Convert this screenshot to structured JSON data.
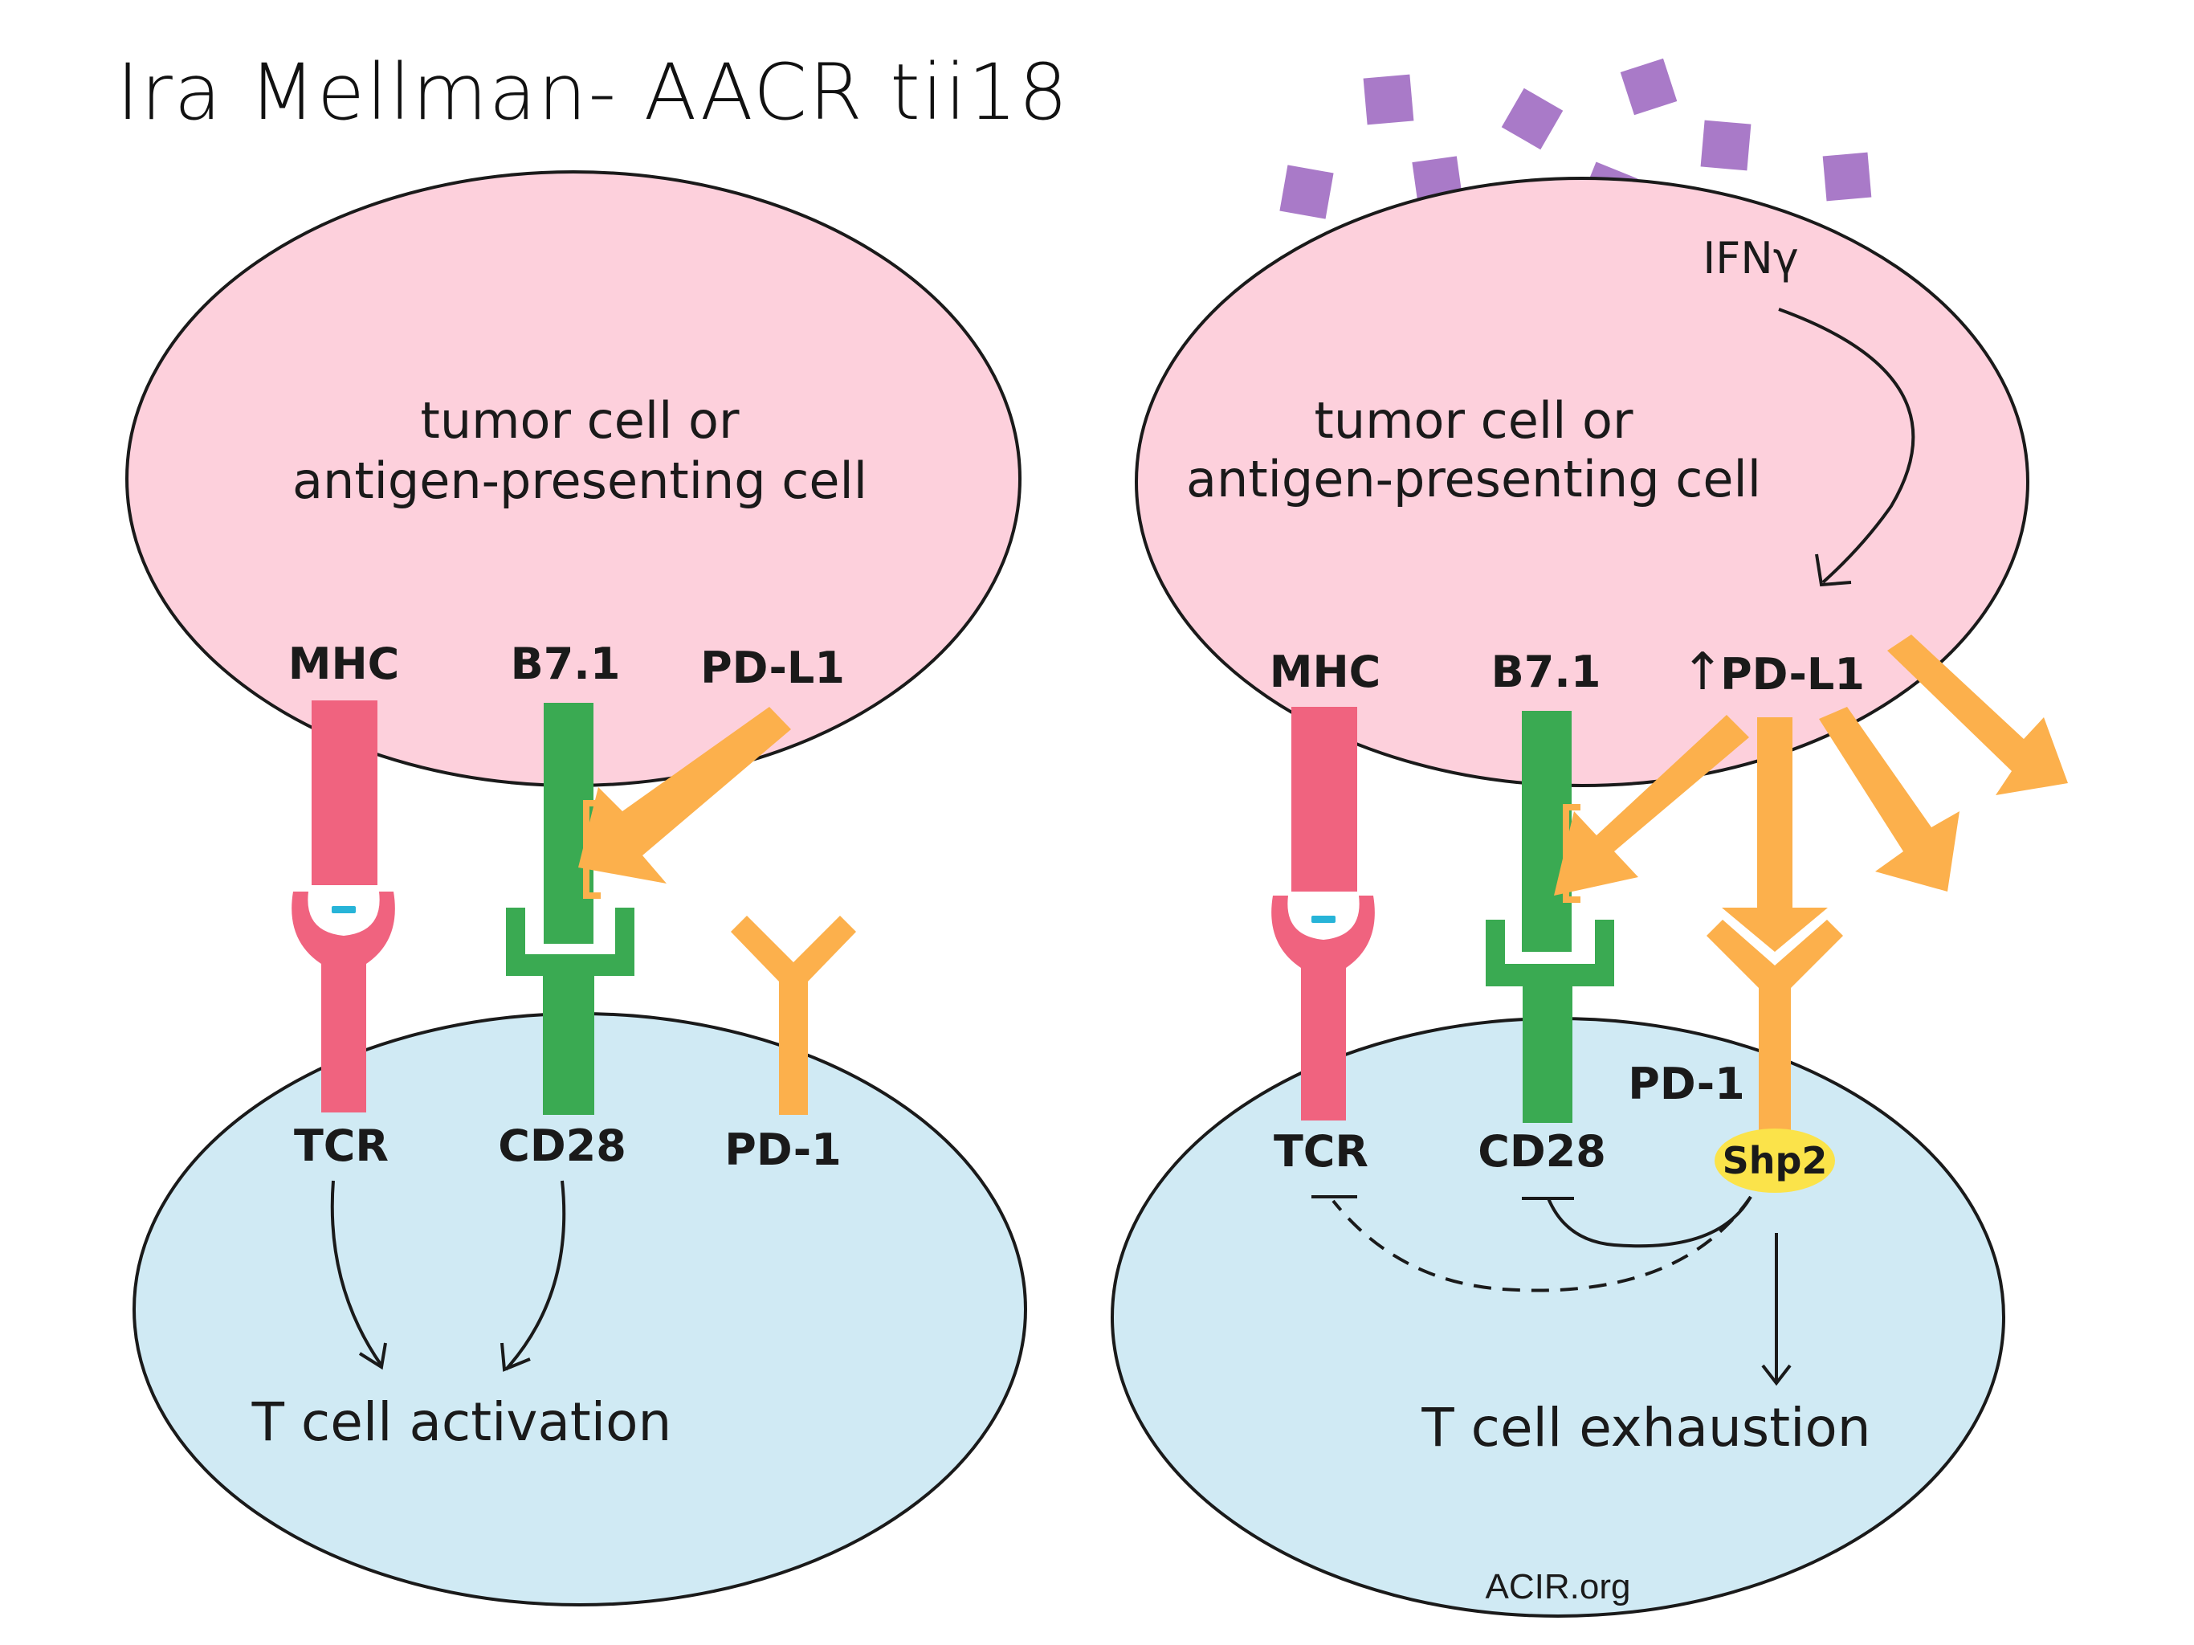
{
  "title": "Ira Mellman- AACR tii18",
  "colors": {
    "apc_fill": "#fdd0dc",
    "tcell_fill": "#d0eaf4",
    "mhc": "#f0637f",
    "b71": "#3aaa52",
    "pdl1": "#fcb04c",
    "ifng": "#a97ac8",
    "shp2": "#fbe34a",
    "peptide": "#27b4d8"
  },
  "left_panel": {
    "apc_label_line1": "tumor cell or",
    "apc_label_line2": "antigen-presenting cell",
    "mhc_label": "MHC",
    "b71_label": "B7.1",
    "pdl1_label": "PD-L1",
    "tcr_label": "TCR",
    "cd28_label": "CD28",
    "pd1_label": "PD-1",
    "outcome": "T cell activation"
  },
  "right_panel": {
    "ifng_label": "IFNγ",
    "apc_label_line1": "tumor cell or",
    "apc_label_line2": "antigen-presenting cell",
    "mhc_label": "MHC",
    "b71_label": "B7.1",
    "pdl1_label": "PD-L1",
    "pdl1_up_arrow": "↑",
    "tcr_label": "TCR",
    "cd28_label": "CD28",
    "pd1_label": "PD-1",
    "shp2_label": "Shp2",
    "outcome": "T cell exhaustion"
  },
  "credit": "ACIR.org"
}
